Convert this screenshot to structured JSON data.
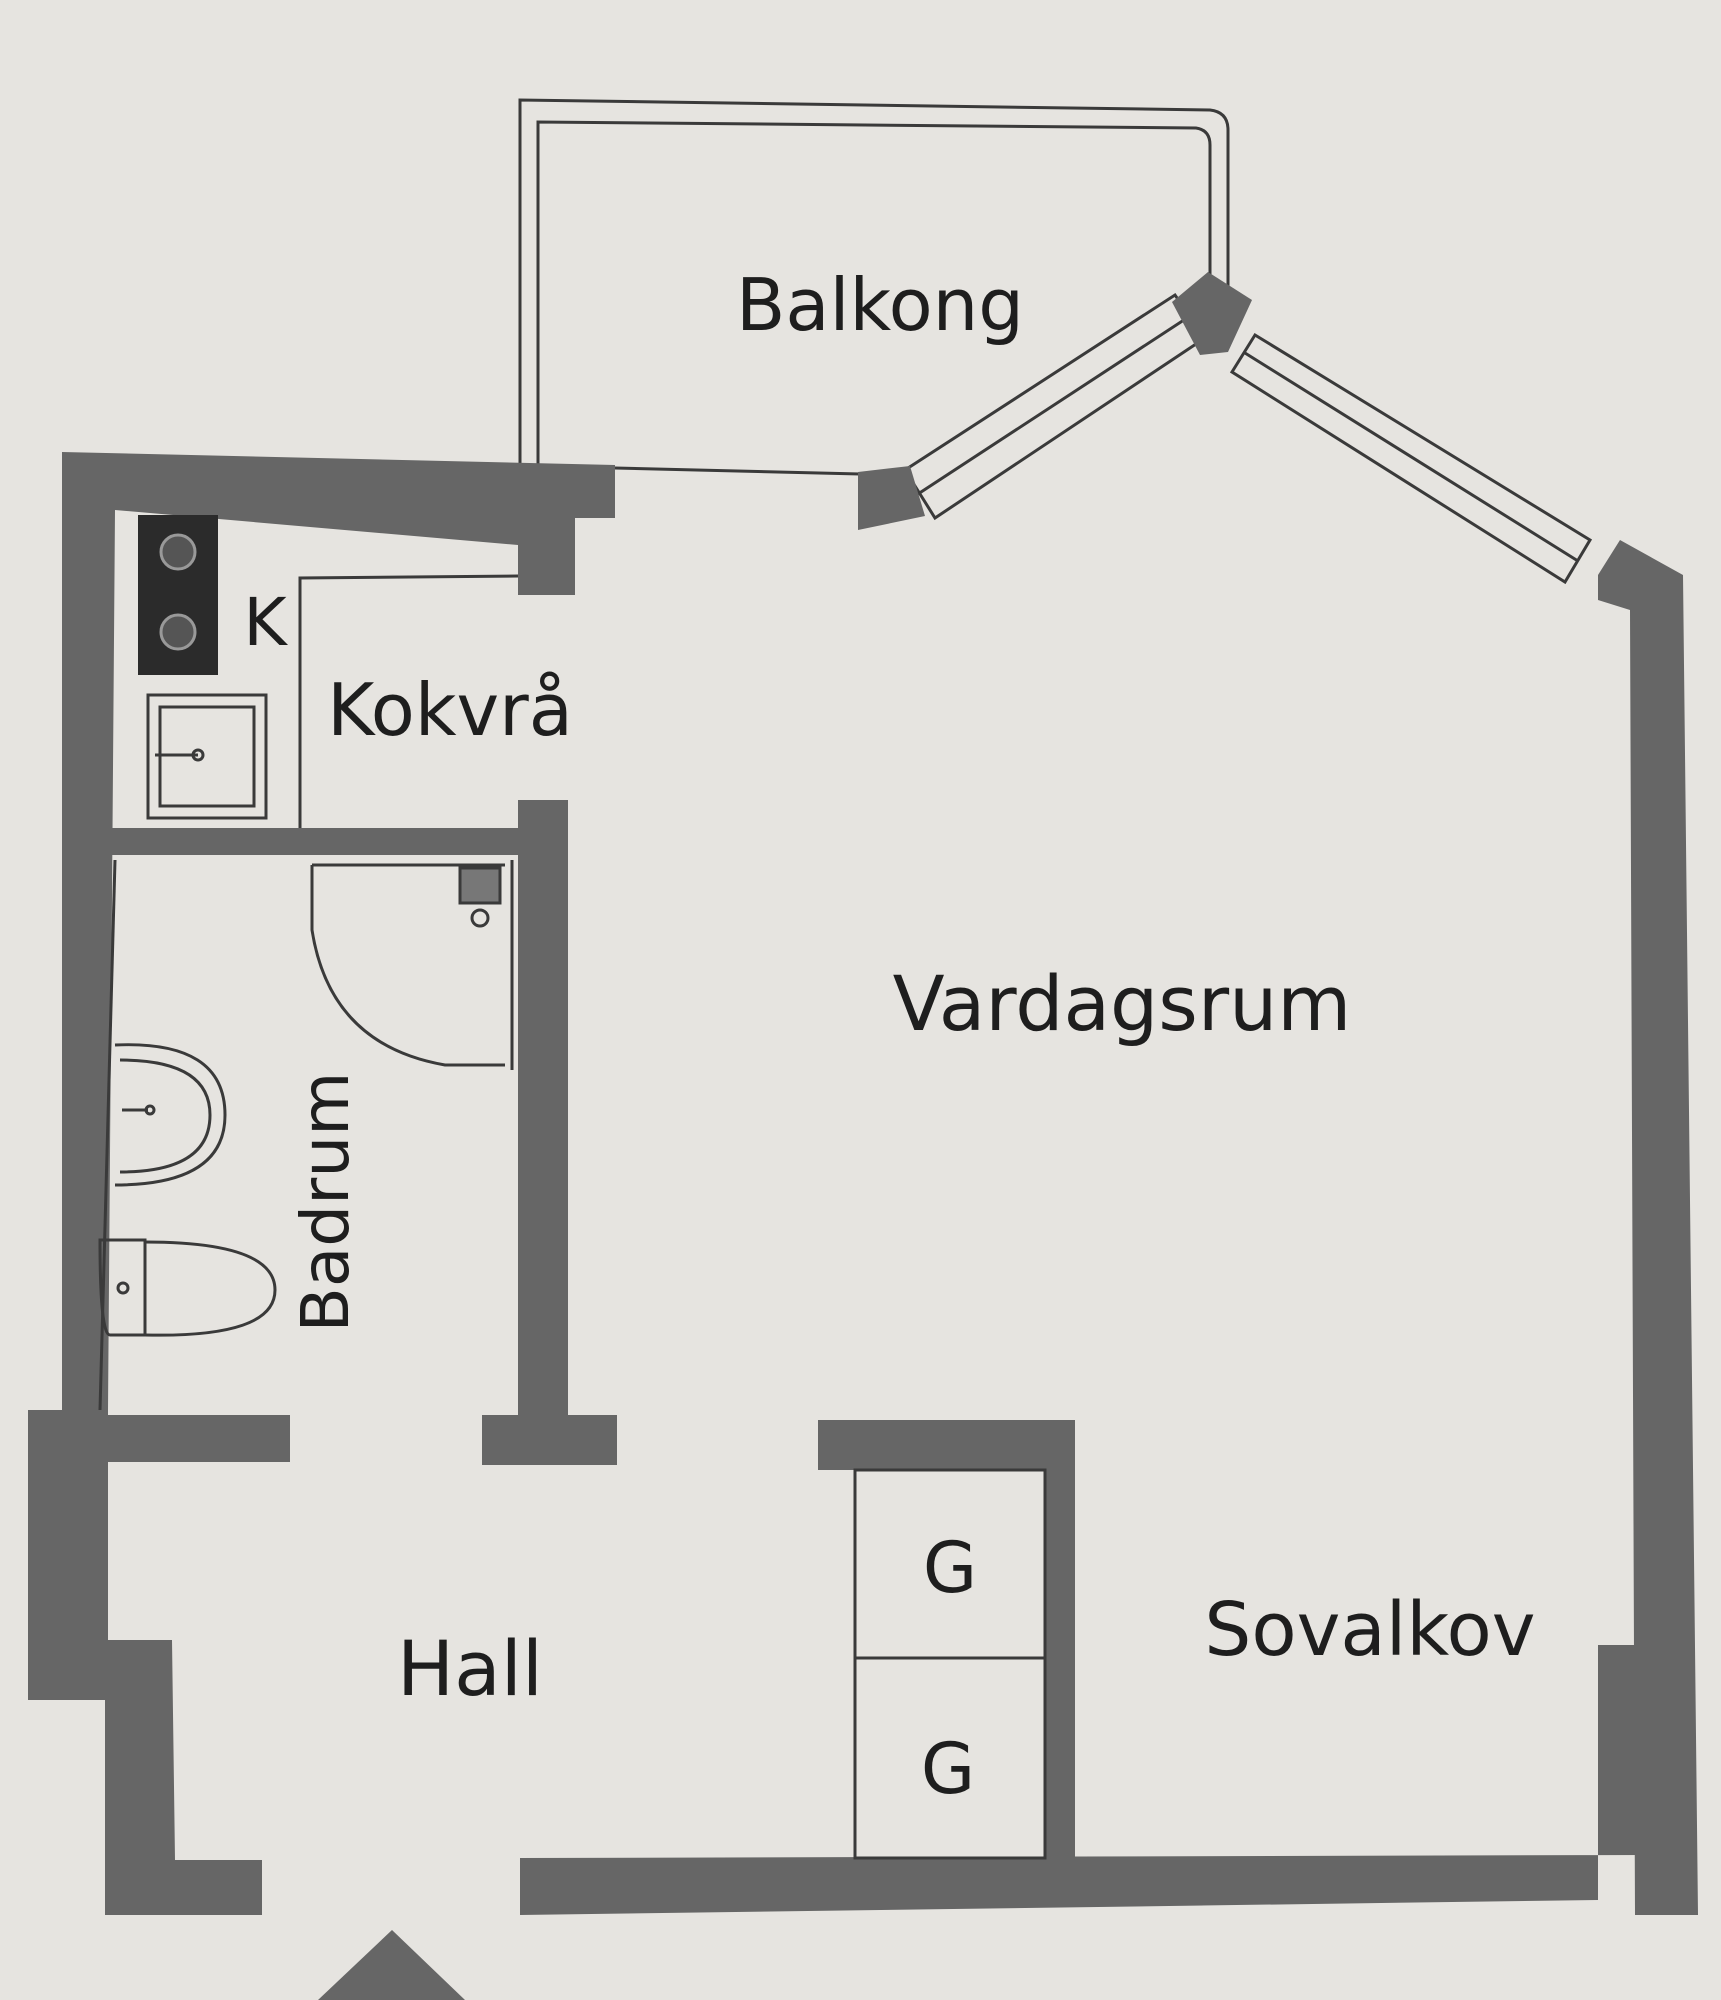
{
  "colors": {
    "paper": "#e6e4e0",
    "wall": "#666666",
    "line": "#3a3a3a",
    "text": "#1e1e1e",
    "stove": "#2b2b2b"
  },
  "rooms": {
    "balkong": "Balkong",
    "kokvra": "Kokvrå",
    "k": "K",
    "badrum": "Badrum",
    "vardagsrum": "Vardagsrum",
    "hall": "Hall",
    "sovalkov": "Sovalkov",
    "g1": "G",
    "g2": "G"
  },
  "icons": {
    "stove": "stove-icon",
    "sink": "kitchen-sink-icon",
    "shower": "shower-icon",
    "basin": "washbasin-icon",
    "toilet": "toilet-icon",
    "entrance": "entrance-arrow-icon"
  }
}
